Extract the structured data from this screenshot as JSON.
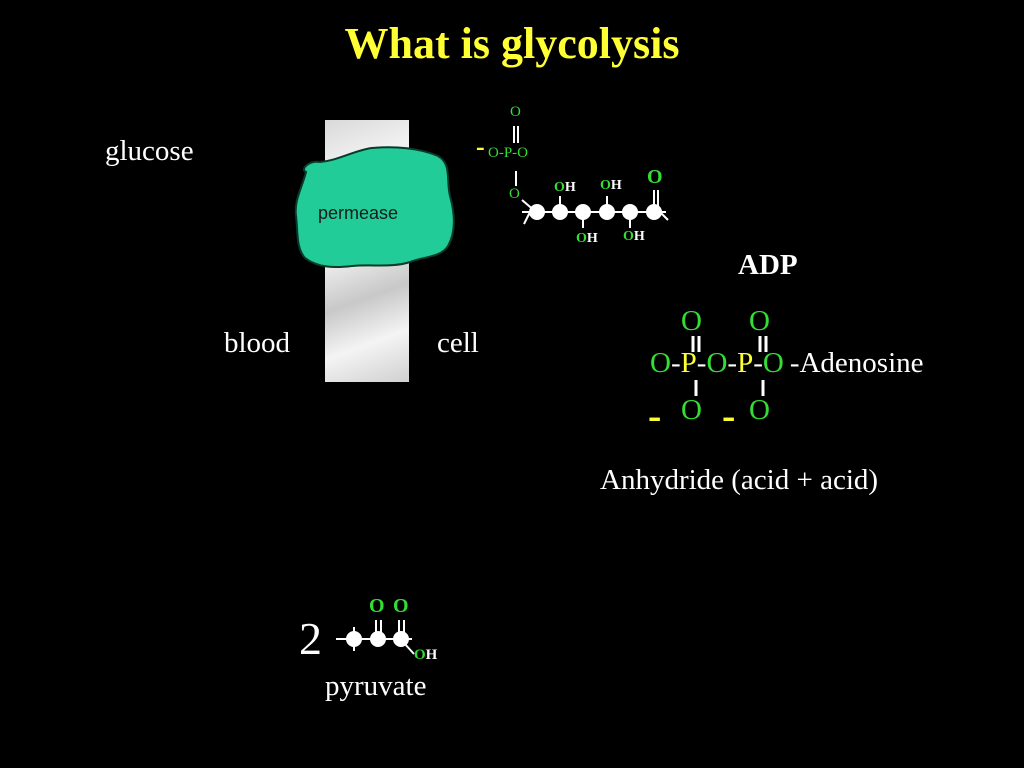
{
  "slide": {
    "title": "What is glycolysis"
  },
  "membrane_panel": {
    "glucose_label": "glucose",
    "permease_label": "permease",
    "blood_label": "blood",
    "cell_label": "cell"
  },
  "glucose6p": {
    "phosphate_top_O": "O",
    "phosphate_chain": "O-P-O",
    "charge": "-",
    "ester_O": "O",
    "aldehyde_O": "O",
    "oh_upper_1": {
      "o": "O",
      "h": "H"
    },
    "oh_upper_2": {
      "o": "O",
      "h": "H"
    },
    "oh_lower_1": {
      "o": "O",
      "h": "H"
    },
    "oh_lower_2": {
      "o": "O",
      "h": "H"
    }
  },
  "adp": {
    "title": "ADP",
    "top_O_1": "O",
    "top_O_2": "O",
    "terminal_O": "O",
    "P1": "P",
    "bridge_O": "O",
    "P2": "P",
    "ester_O": "O",
    "adenosine": "-Adenosine",
    "bottom_O_1": "O",
    "bottom_O_2": "O",
    "charge_1": "-",
    "charge_2": "-",
    "dash": "-",
    "caption": "Anhydride (acid + acid)"
  },
  "pyruvate": {
    "coefficient": "2",
    "O_1": "O",
    "O_2": "O",
    "oh": {
      "o": "O",
      "h": "H"
    },
    "label": "pyruvate"
  },
  "colors": {
    "background": "#000000",
    "title": "#ffff33",
    "oxygen": "#33dd33",
    "phosphorus_charge": "#ffff33",
    "permease": "#22cc99"
  }
}
